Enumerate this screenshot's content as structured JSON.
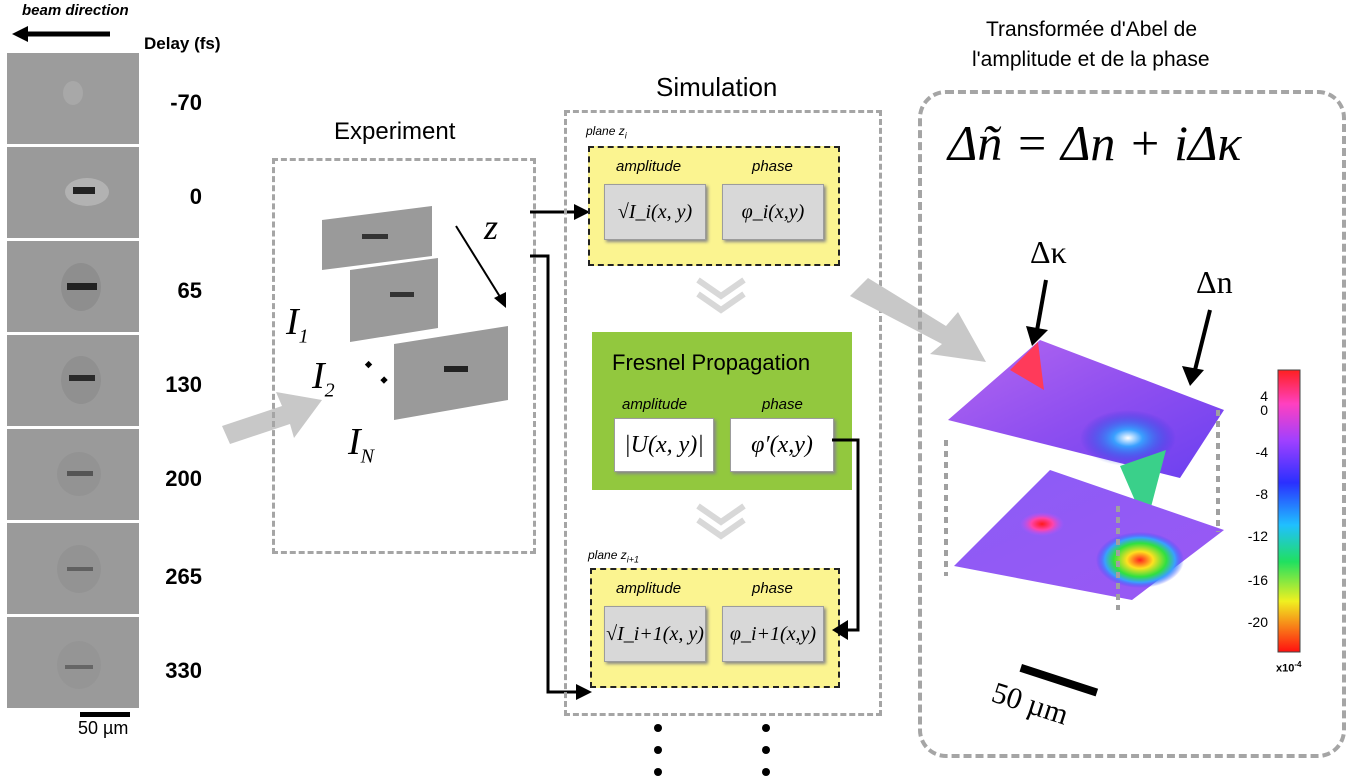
{
  "left_panel": {
    "beam_direction": "beam direction",
    "delay_header": "Delay (fs)",
    "delays": [
      "-70",
      "0",
      "65",
      "130",
      "200",
      "265",
      "330"
    ],
    "scale_bar": "50 µm"
  },
  "experiment": {
    "title": "Experiment",
    "z_label": "z",
    "i1": "I",
    "i1_sub": "1",
    "i2": "I",
    "i2_sub": "2",
    "dots": "·  ·",
    "iN": "I",
    "iN_sub": "N"
  },
  "simulation": {
    "title": "Simulation",
    "plane_top": "plane z",
    "plane_top_sub": "i",
    "plane_bottom": "plane z",
    "plane_bottom_sub": "i+1",
    "amplitude_label": "amplitude",
    "phase_label": "phase",
    "top_amp": "√I_i(x, y)",
    "top_phase": "φ_i(x,y)",
    "fresnel_title": "Fresnel Propagation",
    "fresnel_amp": "|U(x, y)|",
    "fresnel_phase": "φ′(x,y)",
    "bottom_amp": "√I_i+1(x, y)",
    "bottom_phase": "φ_i+1(x,y)"
  },
  "abel": {
    "title_line1": "Transformée d'Abel de",
    "title_line2": "l'amplitude et de la phase",
    "equation": "Δñ = Δn + iΔκ",
    "delta_kappa": "Δκ",
    "delta_n": "Δn",
    "scale_bar": "50 µm",
    "colorbar_ticks": [
      "4",
      "0",
      "-4",
      "-8",
      "-12",
      "-16",
      "-20"
    ],
    "colorbar_unit": "x10",
    "colorbar_unit_exp": "-4"
  },
  "colors": {
    "dashed_border": "#a5a5a5",
    "yellow": "#fbf490",
    "green": "#92c83e",
    "arrow_gray": "#c8c8c8"
  }
}
